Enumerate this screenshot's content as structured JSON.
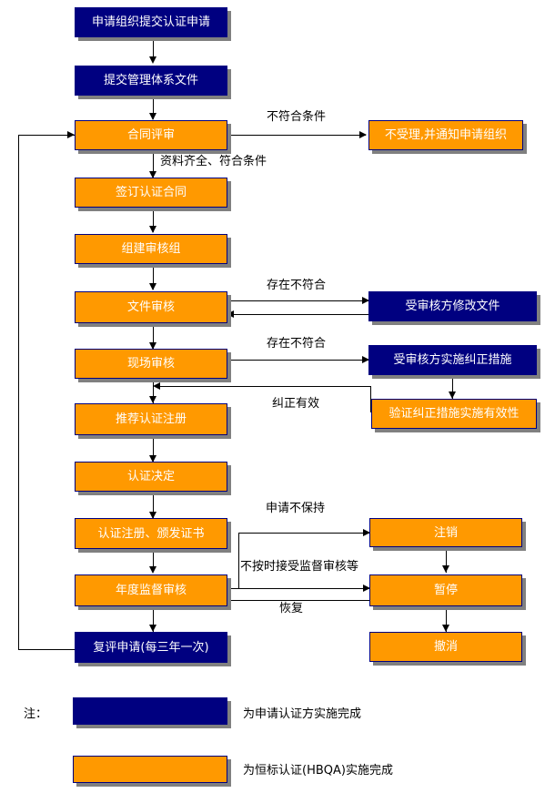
{
  "diagram": {
    "colors": {
      "applicant_box": "#000080",
      "certifier_box": "#FF9900",
      "border": "#000080",
      "shadow": "#808080",
      "line": "#000000",
      "box_text": "#FFFFFF",
      "label_text": "#000000"
    },
    "nodes": [
      {
        "id": "submit-application",
        "label": "申请组织提交认证申请",
        "type": "navy"
      },
      {
        "id": "submit-system-docs",
        "label": "提交管理体系文件",
        "type": "navy"
      },
      {
        "id": "contract-review",
        "label": "合同评审",
        "type": "orange"
      },
      {
        "id": "reject-and-notify",
        "label": "不受理,并通知申请组织",
        "type": "orange"
      },
      {
        "id": "sign-contract",
        "label": "签订认证合同",
        "type": "orange"
      },
      {
        "id": "form-audit-team",
        "label": "组建审核组",
        "type": "orange"
      },
      {
        "id": "document-review",
        "label": "文件审核",
        "type": "orange"
      },
      {
        "id": "auditee-revise-docs",
        "label": "受审核方修改文件",
        "type": "navy"
      },
      {
        "id": "on-site-audit",
        "label": "现场审核",
        "type": "orange"
      },
      {
        "id": "auditee-corrective",
        "label": "受审核方实施纠正措施",
        "type": "navy"
      },
      {
        "id": "verify-corrective",
        "label": "验证纠正措施实施有效性",
        "type": "orange"
      },
      {
        "id": "recommend-registration",
        "label": "推荐认证注册",
        "type": "orange"
      },
      {
        "id": "certification-decision",
        "label": "认证决定",
        "type": "orange"
      },
      {
        "id": "register-issue-cert",
        "label": "认证注册、颁发证书",
        "type": "orange"
      },
      {
        "id": "cancel",
        "label": "注销",
        "type": "orange"
      },
      {
        "id": "annual-surveillance",
        "label": "年度监督审核",
        "type": "orange"
      },
      {
        "id": "suspend",
        "label": "暂停",
        "type": "orange"
      },
      {
        "id": "recert-application",
        "label": "复评申请(每三年一次)",
        "type": "navy"
      },
      {
        "id": "withdraw",
        "label": "撤消",
        "type": "orange"
      }
    ],
    "edge_labels": [
      {
        "id": "not-meet-conditions",
        "text": "不符合条件"
      },
      {
        "id": "docs-complete",
        "text": "资料齐全、符合条件"
      },
      {
        "id": "nonconformity-doc",
        "text": "存在不符合"
      },
      {
        "id": "nonconformity-site",
        "text": "存在不符合"
      },
      {
        "id": "correction-effective",
        "text": "纠正有效"
      },
      {
        "id": "not-maintain",
        "text": "申请不保持"
      },
      {
        "id": "refuse-surveillance",
        "text": "不按时接受监督审核等"
      },
      {
        "id": "resume",
        "text": "恢复"
      }
    ],
    "legend": {
      "note_label": "注：",
      "items": [
        {
          "id": "legend-applicant",
          "type": "navy",
          "text": "为申请认证方实施完成"
        },
        {
          "id": "legend-certifier",
          "type": "orange",
          "text": "为恒标认证(HBQA)实施完成"
        }
      ]
    }
  }
}
